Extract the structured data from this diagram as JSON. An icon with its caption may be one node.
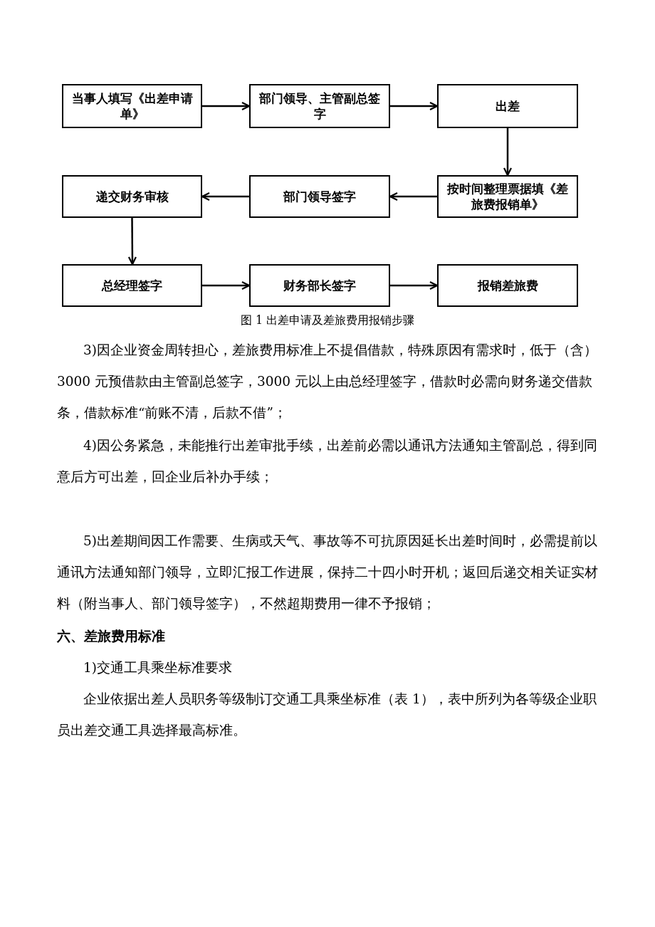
{
  "diagram": {
    "caption": "图 1 出差申请及差旅费用报销步骤",
    "nodes": [
      {
        "text": [
          "当事人填写《出差申请单》"
        ]
      },
      {
        "text": [
          "部门领导、主管副总签字"
        ]
      },
      {
        "text": [
          "出差"
        ]
      },
      {
        "text": [
          "按时间整理票据填《差旅费报销单》"
        ]
      },
      {
        "text": [
          "部门领导签字"
        ]
      },
      {
        "text": [
          "递交财务审核"
        ]
      },
      {
        "text": [
          "总经理签字"
        ]
      },
      {
        "text": [
          "财务部长签字"
        ]
      },
      {
        "text": [
          "报销差旅费"
        ]
      }
    ],
    "edges": [
      {
        "from": 0,
        "to": 1,
        "arrow": "to"
      },
      {
        "from": 1,
        "to": 2,
        "arrow": "to"
      },
      {
        "from": 2,
        "to": 3,
        "arrow": "to"
      },
      {
        "from": 3,
        "to": 4,
        "arrow": "to"
      },
      {
        "from": 4,
        "to": 5,
        "arrow": "to"
      },
      {
        "from": 5,
        "to": 6,
        "arrow": "to"
      },
      {
        "from": 6,
        "to": 7,
        "arrow": "to"
      },
      {
        "from": 7,
        "to": 8,
        "arrow": "to"
      }
    ],
    "labels": [
      "3)因企业资金周转担心，差旅费用标准上不提倡借款，特殊原因有需求时，低于（含）3000 元预借款由主管副总签字，3000 元以上由总经理签字，借款时必需向财务递交借款条，借款标准“前账不清，后款不借”；",
      "4)因公务紧急，未能推行出差审批手续，出差前必需以通讯方法通知主管副总，得到同意后方可出差，回企业后补办手续；",
      "5)出差期间因工作需要、生病或天气、事故等不可抗原因延长出差时间时，必需提前以通讯方法通知部门领导，立即汇报工作进展，保持二十四小时开机；返回后递交相关证实材料（附当事人、部门领导签字），不然超期费用一律不予报销；",
      "六、差旅费用标准",
      "1)交通工具乘坐标准要求",
      "企业依据出差人员职务等级制订交通工具乘坐标准（表 1），表中所列为各等级企业职员出差交通工具选择最高标准。"
    ]
  }
}
